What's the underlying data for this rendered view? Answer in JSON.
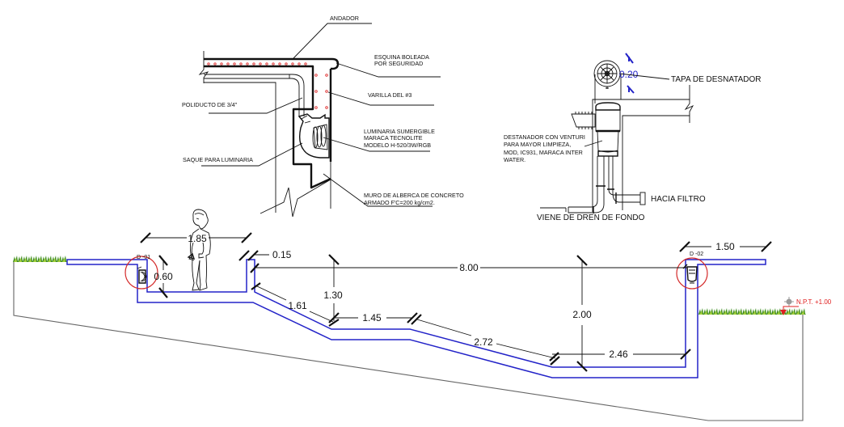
{
  "drawing": {
    "wall_detail": {
      "andador": "ANDADOR",
      "esquina_line1": "ESQUINA BOLEADA",
      "esquina_line2": "POR SEGURIDAD",
      "varilla": "VARILLA DEL #3",
      "poliducto": "POLIDUCTO DE 3/4\"",
      "luminaria_line1": "LUMINARIA SUMERGIBLE",
      "luminaria_line2": "MARACA TECNOLITE",
      "luminaria_line3": "MODELO H-520/3W/RGB",
      "saque": "SAQUE PARA LUMINARIA",
      "muro_line1": "MURO DE ALBERCA DE CONCRETO",
      "muro_line2": "ARMADO F'C=200 kg/cm2."
    },
    "skimmer_detail": {
      "cover_dimension": "0.20",
      "tapa": "TAPA DE DESNATADOR",
      "desnatador_lines": [
        "DESTANADOR CON VENTURI",
        "PARA MAYOR LIMPIEZA,",
        "MOD, IC931, MARACA INTER",
        "WATER."
      ],
      "hacia_filtro": "HACIA FILTRO",
      "viene_dren": "VIENE DE DREN DE FONDO"
    },
    "pool_section": {
      "dimensions": {
        "person_width": "1.85",
        "step_wall": "0.15",
        "shallow_depth": "0.60",
        "total_length": "8.00",
        "mid_depth": "1.30",
        "first_slope": "1.61",
        "mid_flat": "1.45",
        "second_slope": "2.72",
        "deep_depth": "2.00",
        "deep_flat": "2.46",
        "right_deck": "1.50"
      },
      "markers": {
        "d01": "D -01",
        "d02": "D -02"
      },
      "level": "N.P.T. +1.00"
    },
    "colors": {
      "pool_outline": "#2323c8",
      "callout_circle": "#d42a2a",
      "level_marker": "#e02020",
      "ground_line": "#666666",
      "grass": "#3a8a1c"
    }
  }
}
